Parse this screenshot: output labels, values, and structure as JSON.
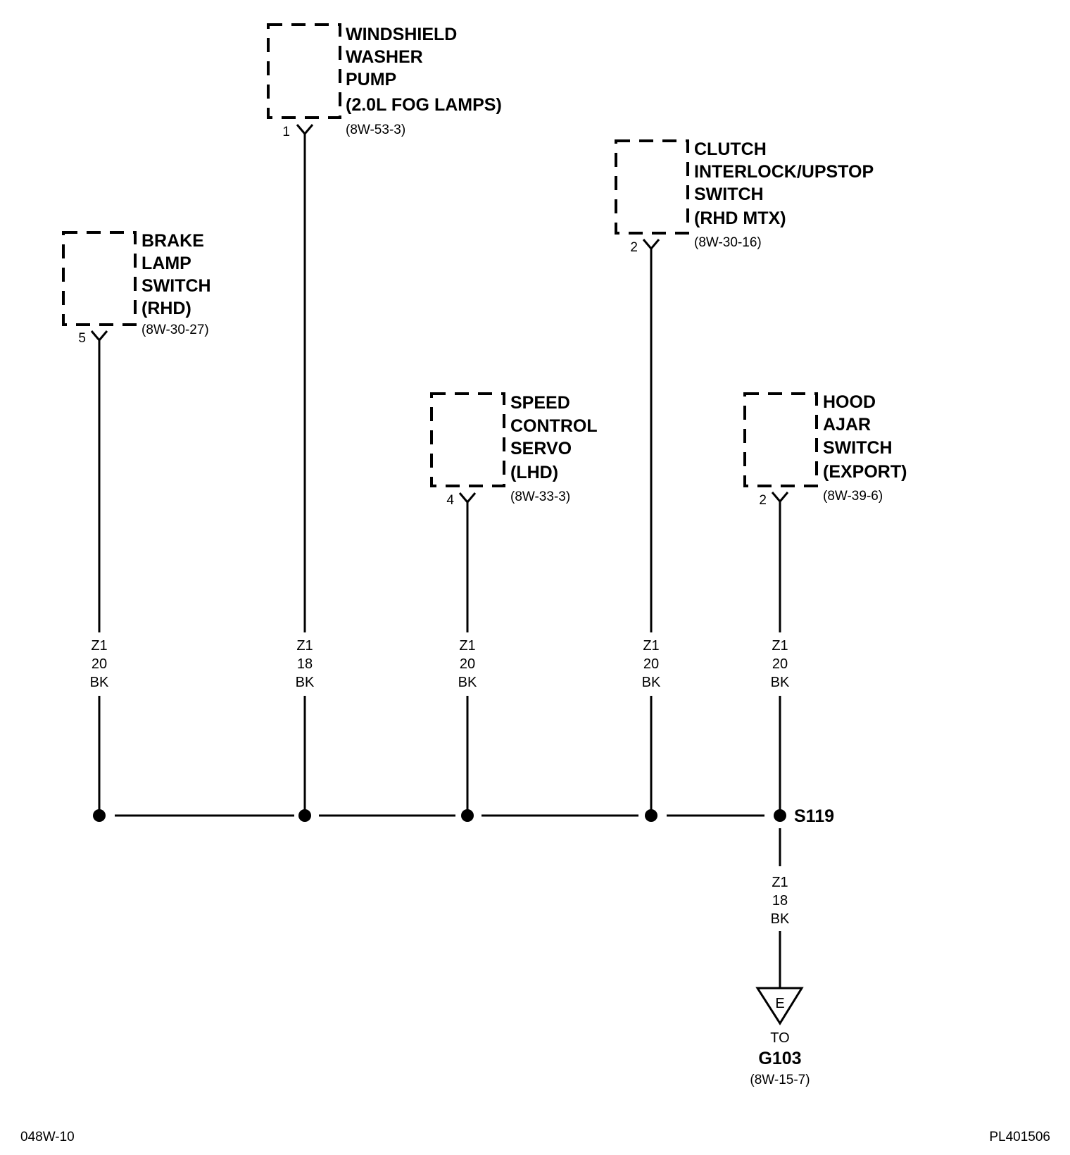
{
  "components": {
    "windshield": {
      "lines": [
        "WINDSHIELD",
        "WASHER",
        "PUMP",
        "(2.0L FOG LAMPS)"
      ],
      "ref": "(8W-53-3)",
      "pin": "1",
      "wire": {
        "circuit": "Z1",
        "gauge": "18",
        "color": "BK"
      }
    },
    "brake": {
      "lines": [
        "BRAKE",
        "LAMP",
        "SWITCH",
        "(RHD)"
      ],
      "ref": "(8W-30-27)",
      "pin": "5",
      "wire": {
        "circuit": "Z1",
        "gauge": "20",
        "color": "BK"
      }
    },
    "clutch": {
      "lines": [
        "CLUTCH",
        "INTERLOCK/UPSTOP",
        "SWITCH",
        "(RHD MTX)"
      ],
      "ref": "(8W-30-16)",
      "pin": "2",
      "wire": {
        "circuit": "Z1",
        "gauge": "20",
        "color": "BK"
      }
    },
    "speed": {
      "lines": [
        "SPEED",
        "CONTROL",
        "SERVO",
        "(LHD)"
      ],
      "ref": "(8W-33-3)",
      "pin": "4",
      "wire": {
        "circuit": "Z1",
        "gauge": "20",
        "color": "BK"
      }
    },
    "hood": {
      "lines": [
        "HOOD",
        "AJAR",
        "SWITCH",
        "(EXPORT)"
      ],
      "ref": "(8W-39-6)",
      "pin": "2",
      "wire": {
        "circuit": "Z1",
        "gauge": "20",
        "color": "BK"
      }
    }
  },
  "splice": {
    "label": "S119"
  },
  "ground_wire": {
    "circuit": "Z1",
    "gauge": "18",
    "color": "BK"
  },
  "ground": {
    "symbol_letter": "E",
    "to": "TO",
    "name": "G103",
    "ref": "(8W-15-7)"
  },
  "footer": {
    "left": "048W-10",
    "right": "PL401506"
  }
}
